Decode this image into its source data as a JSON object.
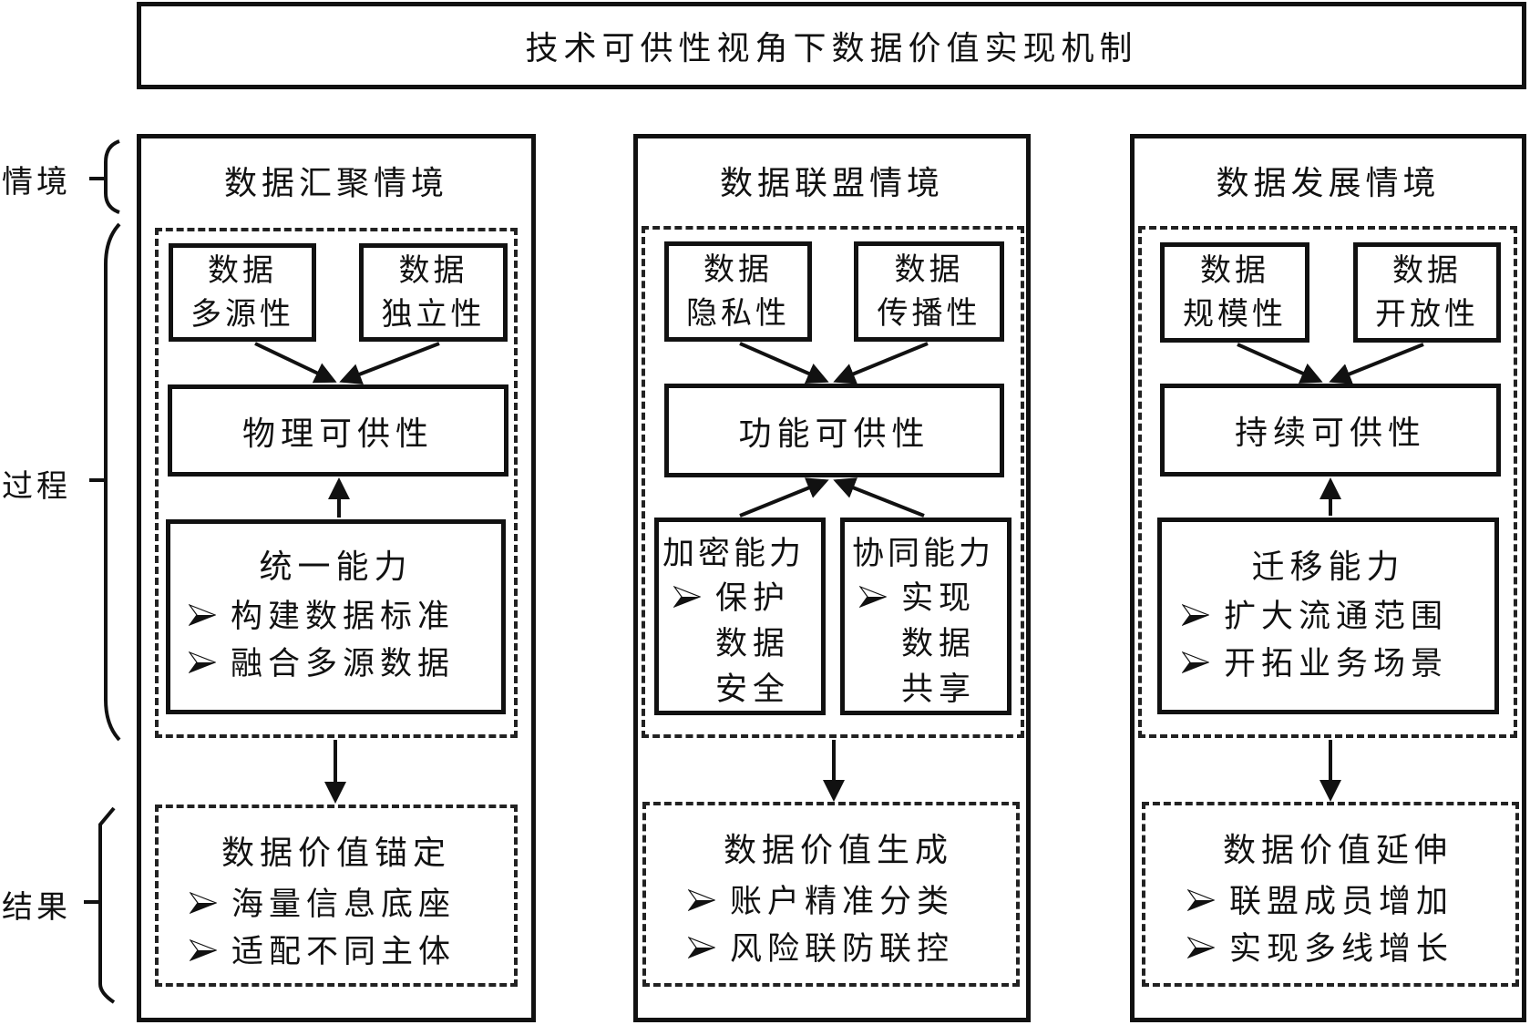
{
  "title": "技术可供性视角下数据价值实现机制",
  "side_labels": {
    "context": "情境",
    "process": "过程",
    "result": "结果"
  },
  "columns": [
    {
      "context": "数据汇聚情境",
      "features": [
        {
          "line1": "数据",
          "line2": "多源性"
        },
        {
          "line1": "数据",
          "line2": "独立性"
        }
      ],
      "affordance": "物理可供性",
      "capabilities": [
        {
          "title": "统一能力",
          "bullets": [
            "构建数据标准",
            "融合多源数据"
          ]
        }
      ],
      "result": {
        "title": "数据价值锚定",
        "bullets": [
          "海量信息底座",
          "适配不同主体"
        ]
      }
    },
    {
      "context": "数据联盟情境",
      "features": [
        {
          "line1": "数据",
          "line2": "隐私性"
        },
        {
          "line1": "数据",
          "line2": "传播性"
        }
      ],
      "affordance": "功能可供性",
      "capabilities": [
        {
          "title": "加密能力",
          "bullets": [
            "保护",
            "数据",
            "安全"
          ]
        },
        {
          "title": "协同能力",
          "bullets": [
            "实现",
            "数据",
            "共享"
          ]
        }
      ],
      "result": {
        "title": "数据价值生成",
        "bullets": [
          "账户精准分类",
          "风险联防联控"
        ]
      }
    },
    {
      "context": "数据发展情境",
      "features": [
        {
          "line1": "数据",
          "line2": "规模性"
        },
        {
          "line1": "数据",
          "line2": "开放性"
        }
      ],
      "affordance": "持续可供性",
      "capabilities": [
        {
          "title": "迁移能力",
          "bullets": [
            "扩大流通范围",
            "开拓业务场景"
          ]
        }
      ],
      "result": {
        "title": "数据价值延伸",
        "bullets": [
          "联盟成员增加",
          "实现多线增长"
        ]
      }
    }
  ]
}
